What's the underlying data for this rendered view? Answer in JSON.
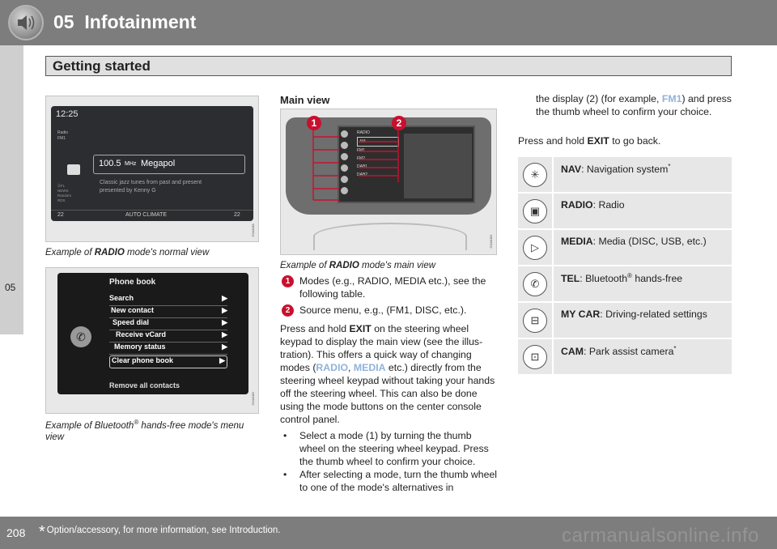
{
  "header": {
    "chapter": "05",
    "title": "Infotainment"
  },
  "subheader": {
    "title": "Getting started"
  },
  "sidetab": {
    "label": "05"
  },
  "figures": {
    "radio": {
      "time": "12:25",
      "left_lines": [
        "Radio",
        "FM1"
      ],
      "left_lines2": [
        "☰FL",
        "NEWS",
        "Random",
        "RDS"
      ],
      "station": "100.5",
      "unit": "MHz",
      "station_name": "Megapol",
      "info": "Classic jazz tunes from past and present presented by Kenny G",
      "temp_left": "22",
      "climate": "AUTO CLIMATE",
      "temp_right": "22",
      "code": "G044081",
      "caption_pre": "Example of ",
      "caption_bold": "RADIO",
      "caption_post": " mode's normal view"
    },
    "phone": {
      "title": "Phone book",
      "items": [
        "Search",
        "New contact",
        "Speed dial",
        "Receive vCard",
        "Memory status",
        "Clear phone book"
      ],
      "footer": "Remove all contacts",
      "code": "G044082",
      "caption_pre": "Example of Bluetooth",
      "caption_reg": "®",
      "caption_post": " hands-free mode's menu view"
    },
    "main": {
      "menu": [
        "RADIO",
        "AM",
        "FM1",
        "FM2",
        "DAB1",
        "DAB2"
      ],
      "callout1": "1",
      "callout2": "2",
      "code": "G044083",
      "caption_pre": "Example of ",
      "caption_bold": "RADIO",
      "caption_post": " mode's main view"
    }
  },
  "main_view": {
    "heading": "Main view",
    "note1_num": "1",
    "note1": "Modes (e.g., RADIO, MEDIA etc.), see the following table.",
    "note2_num": "2",
    "note2": "Source menu, e.g., (FM1, DISC, etc.).",
    "para1_a": "Press and hold ",
    "para1_exit": "EXIT",
    "para1_b": " on the steering wheel keypad to display the main view (see the illus-tration). This offers a quick way of changing modes (",
    "para1_radio": "RADIO",
    "para1_sep": ", ",
    "para1_media": "MEDIA",
    "para1_c": " etc.) directly from the steering wheel keypad without taking your hands off the steering wheel. This can also be done using the mode buttons on the center console control panel.",
    "bullet1": "Select a mode (1) by turning the thumb wheel on the steering wheel keypad. Press the thumb wheel to confirm your choice.",
    "bullet2": "After selecting a mode, turn the thumb wheel to one of the mode's alternatives in",
    "bullet_symbol": "•"
  },
  "col3": {
    "cont_a": "the display (2) (for example, ",
    "cont_fm1": "FM1",
    "cont_b": ") and press the thumb wheel to confirm your choice.",
    "exit_a": "Press and hold ",
    "exit_bold": "EXIT",
    "exit_b": " to go back."
  },
  "modes": [
    {
      "name": "NAV",
      "desc": ": Navigation system",
      "sup": "*",
      "icon": "nav-icon",
      "glyph": "✳"
    },
    {
      "name": "RADIO",
      "desc": ": Radio",
      "sup": "",
      "icon": "radio-icon",
      "glyph": "▣"
    },
    {
      "name": "MEDIA",
      "desc": ": Media (DISC, USB, etc.)",
      "sup": "",
      "icon": "media-icon",
      "glyph": "▷"
    },
    {
      "name": "TEL",
      "desc": ": Bluetooth",
      "sup": "®",
      "desc2": " hands-free",
      "icon": "phone-icon",
      "glyph": "✆"
    },
    {
      "name": "MY CAR",
      "desc": ": Driving-related settings",
      "sup": "",
      "icon": "car-icon",
      "glyph": "⊟"
    },
    {
      "name": "CAM",
      "desc": ": Park assist camera",
      "sup": "*",
      "icon": "camera-icon",
      "glyph": "⊡"
    }
  ],
  "footer": {
    "page": "208",
    "star": "*",
    "note": "Option/accessory, for more information, see Introduction.",
    "watermark": "carmanualsonline.info"
  }
}
